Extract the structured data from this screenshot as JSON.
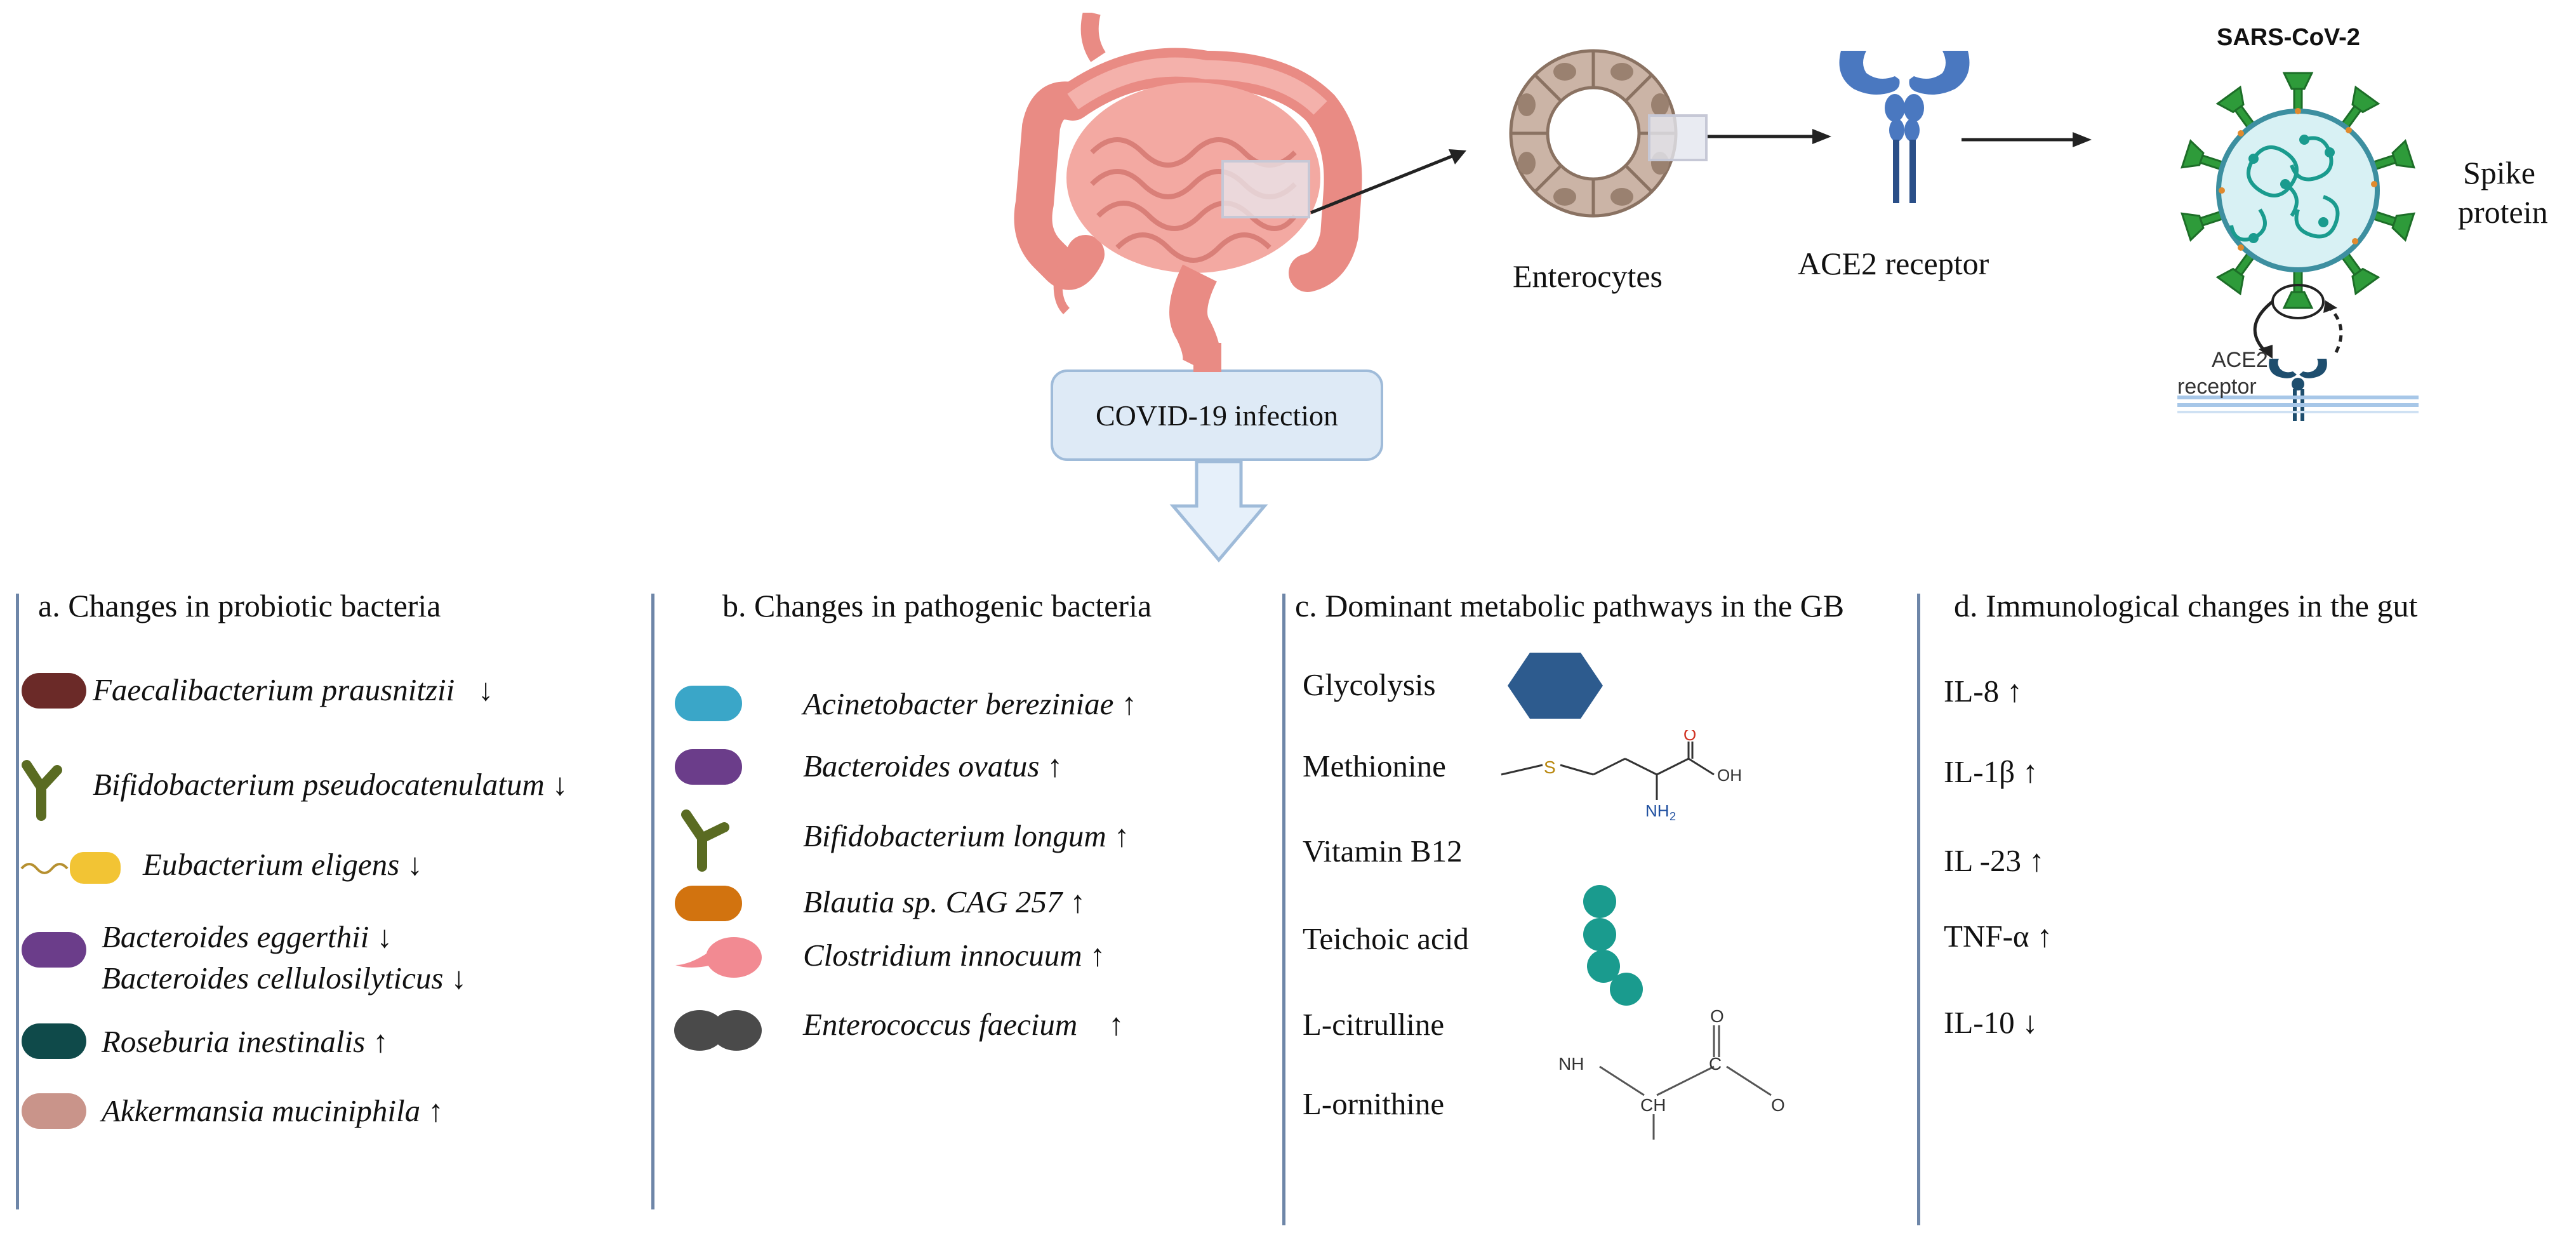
{
  "top": {
    "enterocytes_label": "Enterocytes",
    "ace2_label": "ACE2 receptor",
    "sars_label": "SARS-CoV-2",
    "spike_label_1": "Spike",
    "spike_label_2": "protein",
    "ace2_small_1": "ACE2",
    "ace2_small_2": "receptor",
    "covid_box": "COVID-19 infection"
  },
  "panels": {
    "a": {
      "header": "a. Changes in probiotic bacteria",
      "items": [
        {
          "name": "Faecalibacterium prausnitzii",
          "arrow": "↓",
          "color": "#6b2a28"
        },
        {
          "name": "Bifidobacterium pseudocatenulatum",
          "arrow": "↓",
          "color": "#5a6b22"
        },
        {
          "name": "Eubacterium eligens",
          "arrow": "↓",
          "color": "#f2c434"
        },
        {
          "name": "Bacteroides eggerthii",
          "arrow": "↓",
          "color": "#6b3d8a"
        },
        {
          "name": "Bacteroides cellulosilyticus",
          "arrow": "↓",
          "color": "#6b3d8a"
        },
        {
          "name": "Roseburia inestinalis",
          "arrow": "↑",
          "color": "#0f4a4a"
        },
        {
          "name": "Akkermansia muciniphila",
          "arrow": "↑",
          "color": "#c9948a"
        }
      ]
    },
    "b": {
      "header": "b. Changes in pathogenic bacteria",
      "items": [
        {
          "name": "Acinetobacter bereziniae",
          "arrow": "↑",
          "color": "#3aa6c8"
        },
        {
          "name": "Bacteroides ovatus",
          "arrow": "↑",
          "color": "#6b3d8a"
        },
        {
          "name": "Bifidobacterium longum",
          "arrow": "↑",
          "color": "#5a6b22"
        },
        {
          "name": "Blautia sp. CAG 257",
          "arrow": "↑",
          "color": "#d2730f"
        },
        {
          "name": "Clostridium innocuum",
          "arrow": "↑",
          "color": "#f28a92"
        },
        {
          "name": "Enterococcus faecium",
          "arrow": "↑",
          "color": "#4a4a4a"
        }
      ]
    },
    "c": {
      "header": "c. Dominant metabolic pathways in the GB",
      "items": [
        "Glycolysis",
        "Methionine",
        "Vitamin B12",
        "Teichoic acid",
        "L-citrulline",
        "L-ornithine"
      ],
      "struct_methionine": {
        "S": "S",
        "O": "O",
        "OH": "OH",
        "NH2": "NH",
        "sub2": "2"
      },
      "struct_ornithine": {
        "NH": "NH",
        "C": "C",
        "O": "O",
        "O2": "O",
        "CH": "CH"
      },
      "hex_color": "#2d5b8e",
      "bead_color": "#1a9b8e"
    },
    "d": {
      "header": "d. Immunological changes in the gut",
      "items": [
        "IL-8 ↑",
        "IL-1β ↑",
        "IL -23  ↑",
        "TNF-α ↑",
        "IL-10 ↓"
      ]
    }
  },
  "colors": {
    "divider": "#6e86a8",
    "intestine": "#f0a09a",
    "receptor": "#4a78c0",
    "virus_green": "#2e9b3a",
    "virus_teal": "#1a9b8e"
  }
}
